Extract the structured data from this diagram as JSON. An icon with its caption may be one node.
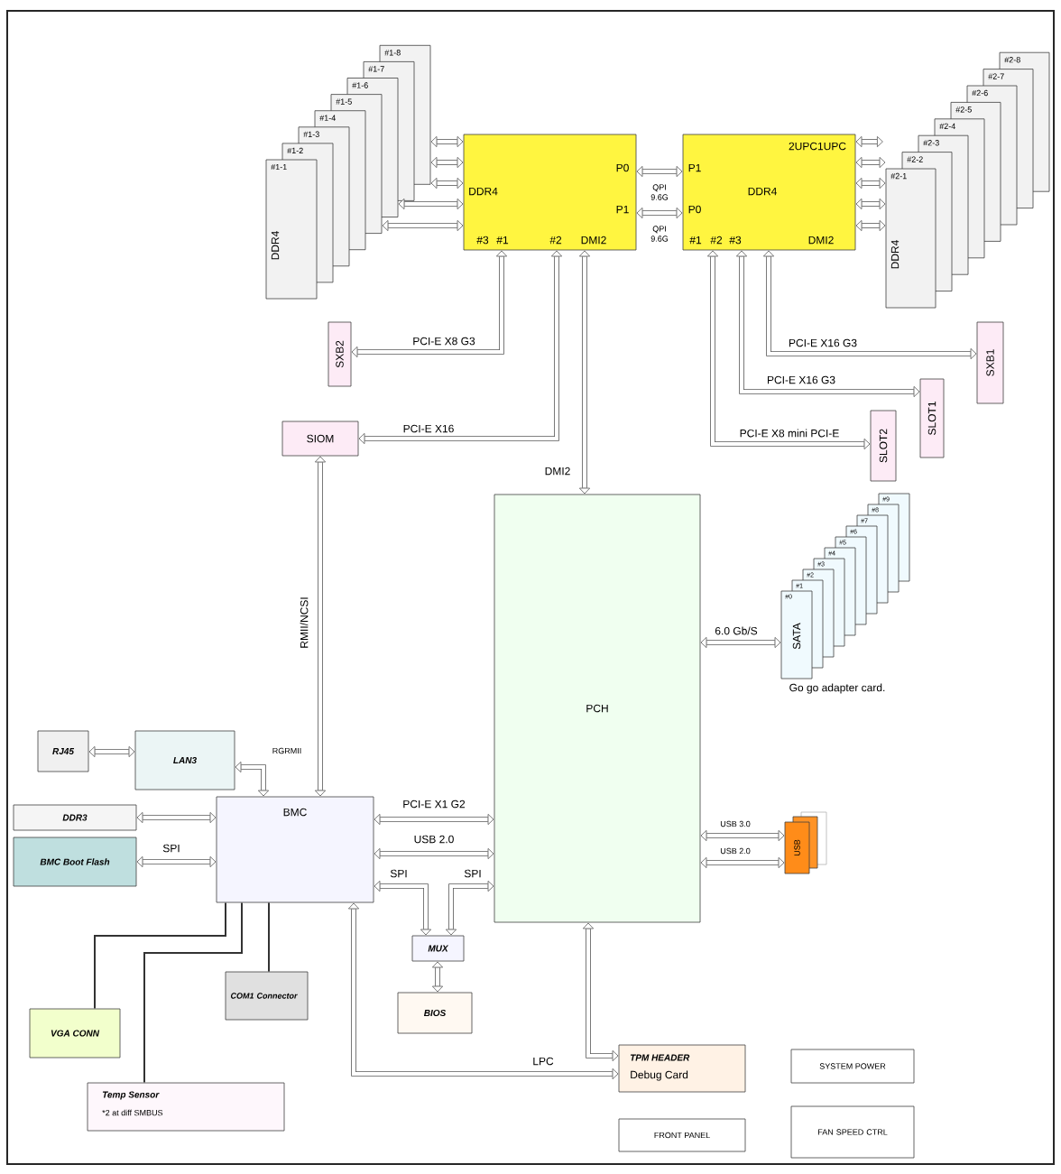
{
  "diagram": {
    "nodes": [
      {
        "text": [
          "#1-1",
          "DDR4"
        ]
      },
      {
        "text": [
          "#1-2"
        ]
      },
      {
        "text": [
          "#1-3"
        ]
      },
      {
        "text": [
          "#1-4"
        ]
      },
      {
        "text": [
          "#1-5"
        ]
      },
      {
        "text": [
          "#1-6"
        ]
      },
      {
        "text": [
          "#1-7"
        ]
      },
      {
        "text": [
          "#1-8"
        ]
      },
      {
        "text": [
          "DDR4",
          "P0",
          "P1",
          "#3",
          "#1",
          "#2",
          "DMI2"
        ]
      },
      {
        "text": [
          "2UPC1UPC",
          "P1",
          "P0",
          "DDR4",
          "#1",
          "#2",
          "#3",
          "DMI2"
        ]
      },
      {
        "text": [
          "#2-1",
          "DDR4"
        ]
      },
      {
        "text": [
          "#2-2"
        ]
      },
      {
        "text": [
          "#2-3"
        ]
      },
      {
        "text": [
          "#2-4"
        ]
      },
      {
        "text": [
          "#2-5"
        ]
      },
      {
        "text": [
          "#2-6"
        ]
      },
      {
        "text": [
          "#2-7"
        ]
      },
      {
        "text": [
          "#2-8"
        ]
      },
      {
        "text": [
          "SXB2"
        ]
      },
      {
        "text": [
          "SIOM"
        ]
      },
      {
        "text": [
          "SXB1"
        ]
      },
      {
        "text": [
          "SLOT1"
        ]
      },
      {
        "text": [
          "SLOT2"
        ]
      },
      {
        "text": [
          "PCH"
        ]
      },
      {
        "text": [
          "#0",
          "SATA"
        ]
      },
      {
        "text": [
          "#1"
        ]
      },
      {
        "text": [
          "#2"
        ]
      },
      {
        "text": [
          "#3"
        ]
      },
      {
        "text": [
          "#4"
        ]
      },
      {
        "text": [
          "#5"
        ]
      },
      {
        "text": [
          "#6"
        ]
      },
      {
        "text": [
          "#7"
        ]
      },
      {
        "text": [
          "#8"
        ]
      },
      {
        "text": [
          "#9"
        ]
      },
      {
        "text": [
          "USB"
        ]
      },
      {
        "text": [],
        "shape": "box"
      },
      {
        "text": [],
        "shape": "box"
      },
      {
        "text": [
          "RJ45"
        ]
      },
      {
        "text": [
          "LAN3"
        ]
      },
      {
        "text": [
          "DDR3"
        ]
      },
      {
        "text": [
          "BMC Boot Flash"
        ]
      },
      {
        "text": [
          "BMC"
        ]
      },
      {
        "text": [
          "MUX"
        ]
      },
      {
        "text": [
          "BIOS"
        ]
      },
      {
        "text": [
          "COM1 Connector"
        ]
      },
      {
        "text": [
          "VGA CONN"
        ]
      },
      {
        "text": [
          "Temp Sensor",
          "*2 at diff SMBUS"
        ]
      },
      {
        "text": [
          "TPM HEADER",
          "Debug Card"
        ]
      },
      {
        "text": [
          "SYSTEM POWER"
        ]
      },
      {
        "text": [
          "FRONT PANEL"
        ]
      },
      {
        "text": [
          "FAN SPEED CTRL"
        ]
      }
    ],
    "edges": [
      {
        "from": 7,
        "to": 8,
        "arrow": "both"
      },
      {
        "from": 7,
        "to": 8,
        "arrow": "both"
      },
      {
        "from": 7,
        "to": 8,
        "arrow": "both"
      },
      {
        "from": 5,
        "to": 8,
        "arrow": "both"
      },
      {
        "from": 4,
        "to": 8,
        "arrow": "both"
      },
      {
        "from": 9,
        "to": null,
        "arrow": "both"
      },
      {
        "from": 9,
        "to": 10,
        "arrow": "both"
      },
      {
        "from": 9,
        "to": 10,
        "arrow": "both"
      },
      {
        "from": 9,
        "to": 10,
        "arrow": "both"
      },
      {
        "from": 9,
        "to": 10,
        "arrow": "both"
      },
      {
        "from": 8,
        "to": 9,
        "arrow": "both",
        "label": "QPI 9.6G"
      },
      {
        "from": 8,
        "to": 9,
        "arrow": "both",
        "label": "QPI 9.6G"
      },
      {
        "from": 8,
        "to": 18,
        "arrow": "both",
        "label": "PCI-E X8 G3"
      },
      {
        "from": 8,
        "to": 19,
        "arrow": "both",
        "label": "PCI-E X16"
      },
      {
        "from": 8,
        "to": 23,
        "arrow": "both",
        "label": "DMI2"
      },
      {
        "from": 9,
        "to": 20,
        "arrow": "both",
        "label": "PCI-E X16 G3"
      },
      {
        "from": 9,
        "to": 21,
        "arrow": "both",
        "label": "PCI-E X16 G3"
      },
      {
        "from": 9,
        "to": 22,
        "arrow": "both",
        "label": "PCI-E X8 mini PCI-E"
      },
      {
        "from": 23,
        "to": 24,
        "arrow": "both",
        "label": "6.0 Gb/S"
      },
      {
        "from": 23,
        "to": 34,
        "arrow": "both",
        "label": "USB 3.0"
      },
      {
        "from": 23,
        "to": 34,
        "arrow": "both",
        "label": "USB 2.0"
      },
      {
        "from": 19,
        "to": 41,
        "arrow": "both",
        "label": "RMII/NCSI"
      },
      {
        "from": 37,
        "to": 38,
        "arrow": "both"
      },
      {
        "from": 38,
        "to": 41,
        "arrow": "both",
        "label": "RGRMII"
      },
      {
        "from": 39,
        "to": 41,
        "arrow": "both"
      },
      {
        "from": 40,
        "to": 41,
        "arrow": "both",
        "label": "SPI"
      },
      {
        "from": 41,
        "to": 23,
        "arrow": "both",
        "label": "PCI-E X1 G2"
      },
      {
        "from": 41,
        "to": 23,
        "arrow": "both",
        "label": "USB 2.0"
      },
      {
        "from": 41,
        "to": 42,
        "arrow": "both",
        "label": "SPI"
      },
      {
        "from": 23,
        "to": 42,
        "arrow": "both",
        "label": "SPI"
      },
      {
        "from": 42,
        "to": 43,
        "arrow": "both"
      },
      {
        "from": 41,
        "to": 47,
        "arrow": "both",
        "label": "LPC"
      },
      {
        "from": 41,
        "to": 45,
        "arrow": "none"
      },
      {
        "from": 41,
        "to": 46,
        "arrow": "none"
      },
      {
        "from": 41,
        "to": 44,
        "arrow": "none"
      },
      {
        "from": 23,
        "to": 47,
        "arrow": "both"
      }
    ],
    "labels": [
      "Go go adapter card."
    ]
  }
}
